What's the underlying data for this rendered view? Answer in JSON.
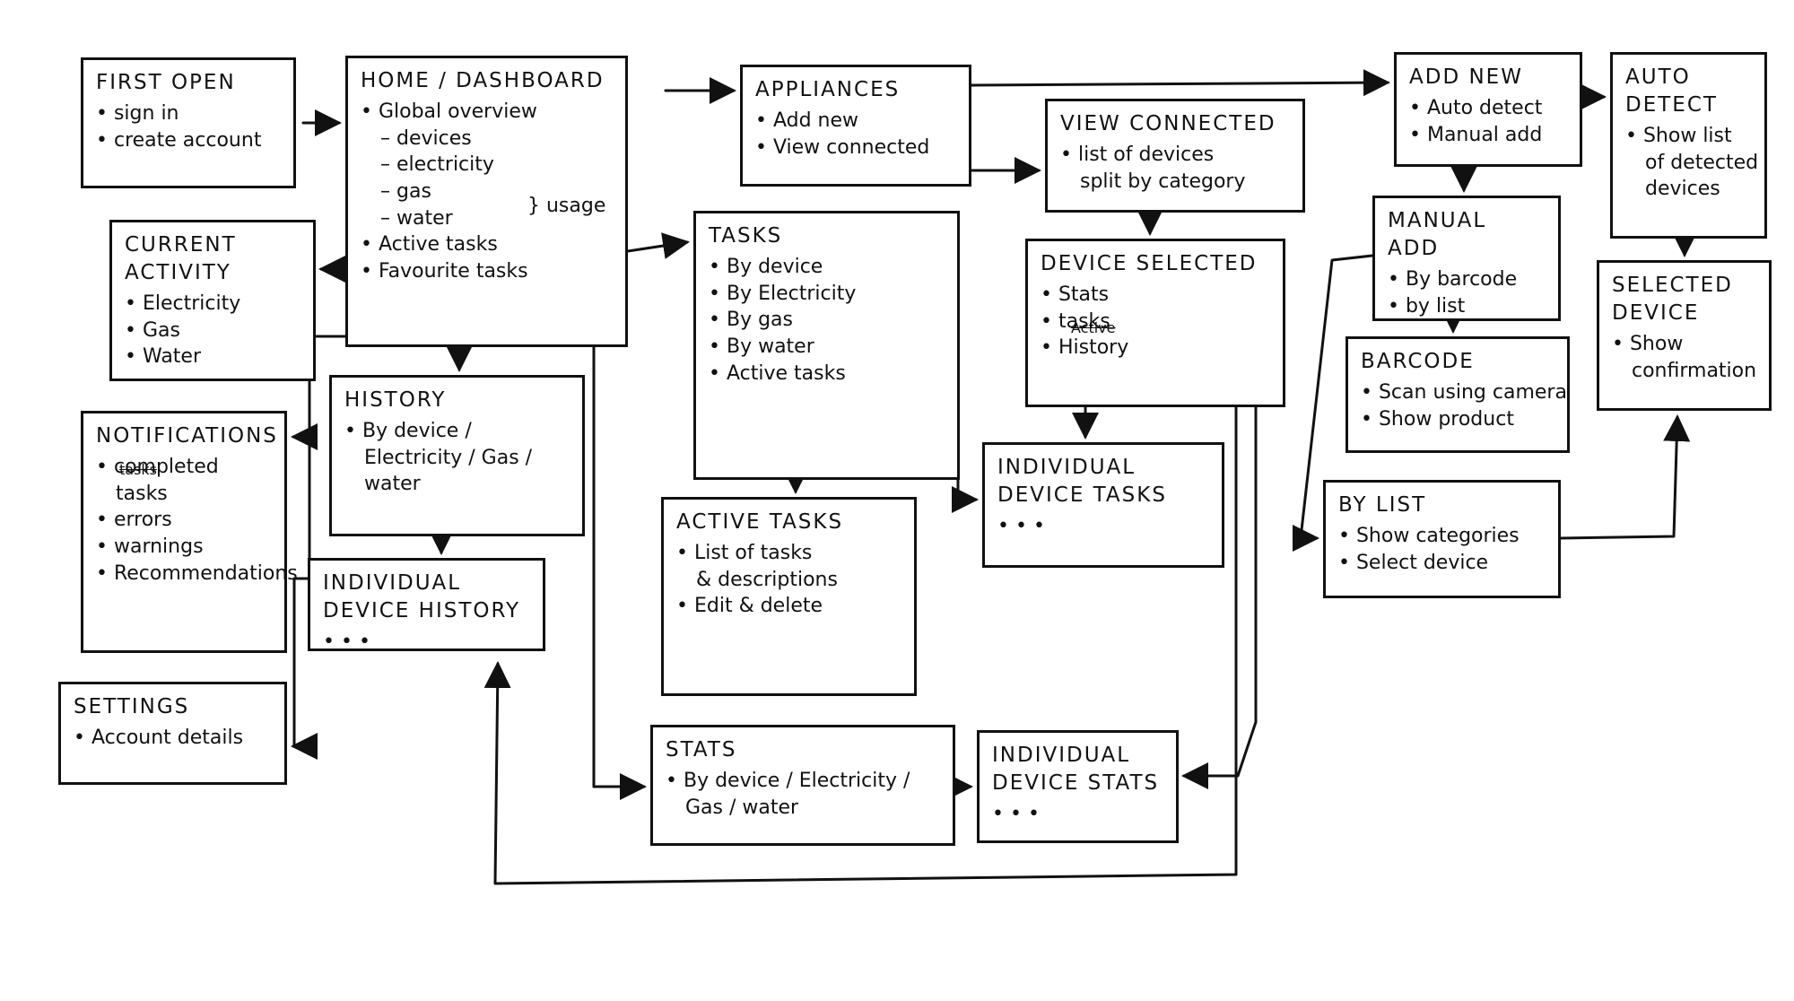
{
  "boxes": {
    "first_open": {
      "title": "FIRST OPEN",
      "lines": [
        "• sign in",
        "• create account"
      ]
    },
    "home": {
      "title": "HOME / DASHBOARD",
      "lines": [
        "• Global overview",
        "– devices",
        "– electricity",
        "– gas",
        "– water",
        "• Active tasks",
        "• Favourite tasks"
      ],
      "brace_label": "usage"
    },
    "current_activity": {
      "title": "CURRENT ACTIVITY",
      "lines": [
        "• Electricity",
        "• Gas",
        "• Water"
      ]
    },
    "notifications": {
      "title": "NOTIFICATIONS",
      "strike_word": "tasks",
      "lines": [
        "• completed",
        "tasks",
        "• errors",
        "• warnings",
        "• Recommendations"
      ]
    },
    "settings": {
      "title": "SETTINGS",
      "lines": [
        "• Account details"
      ]
    },
    "history": {
      "title": "HISTORY",
      "lines": [
        "• By device /",
        "Electricity / Gas /",
        "water"
      ]
    },
    "individual_device_history": {
      "title": "INDIVIDUAL DEVICE HISTORY",
      "lines": [
        "• • •"
      ]
    },
    "appliances": {
      "title": "APPLIANCES",
      "lines": [
        "• Add new",
        "• View connected"
      ]
    },
    "tasks": {
      "title": "TASKS",
      "lines": [
        "• By device",
        "• By Electricity",
        "• By gas",
        "• By water",
        "• Active tasks"
      ]
    },
    "active_tasks": {
      "title": "ACTIVE TASKS",
      "lines": [
        "• List of tasks",
        "& descriptions",
        "• Edit & delete"
      ]
    },
    "stats": {
      "title": "STATS",
      "lines": [
        "• By device / Electricity /",
        "Gas / water"
      ]
    },
    "individual_device_stats": {
      "title": "INDIVIDUAL DEVICE STATS",
      "lines": [
        "• • •"
      ]
    },
    "view_connected": {
      "title": "VIEW CONNECTED",
      "lines": [
        "• list of devices",
        "split by category"
      ]
    },
    "device_selected": {
      "title": "DEVICE SELECTED",
      "strike_word": "Active",
      "lines": [
        "• Stats",
        "• tasks",
        "• History"
      ]
    },
    "individual_device_tasks": {
      "title": "INDIVIDUAL DEVICE TASKS",
      "lines": [
        "• • •"
      ]
    },
    "add_new": {
      "title": "ADD NEW",
      "lines": [
        "• Auto detect",
        "• Manual add"
      ]
    },
    "manual_add": {
      "title": "MANUAL ADD",
      "lines": [
        "• By barcode",
        "• by list"
      ]
    },
    "barcode": {
      "title": "BARCODE",
      "lines": [
        "• Scan using camera",
        "• Show product"
      ]
    },
    "by_list": {
      "title": "BY LIST",
      "lines": [
        "• Show categories",
        "• Select device"
      ]
    },
    "auto_detect": {
      "title": "AUTO DETECT",
      "lines": [
        "• Show list",
        "of detected",
        "devices"
      ]
    },
    "selected_device": {
      "title": "SELECTED DEVICE",
      "lines": [
        "• Show",
        "confirmation"
      ]
    }
  }
}
